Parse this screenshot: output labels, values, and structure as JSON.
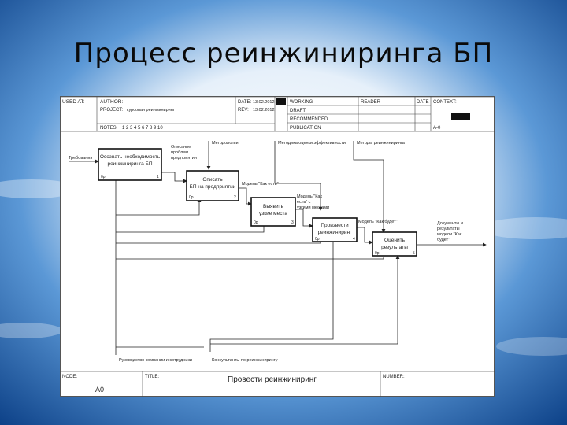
{
  "slide": {
    "title": "Процесс реинжиниринга БП",
    "colors": {
      "background": "#1a5aa6",
      "sheet": "#ffffff",
      "ink": "#222222"
    }
  },
  "frame": {
    "used_at_label": "USED AT:",
    "author_label": "AUTHOR:",
    "project_label": "PROJECT:",
    "project_value": "курсовая реинжиниринг",
    "notes_label": "NOTES:",
    "notes_value": "1 2 3 4 5 6 7 8 9 10",
    "date_label": "DATE:",
    "date_value": "13.02.2012",
    "rev_label": "REV:",
    "rev_value": "13.02.2012",
    "working": "WORKING",
    "draft": "DRAFT",
    "recommended": "RECOMMENDED",
    "publication": "PUBLICATION",
    "reader_label": "READER",
    "date2_label": "DATE",
    "context_label": "CONTEXT:",
    "context_node": "A-0",
    "node_label": "NODE:",
    "node_value": "A0",
    "title_label": "TITLE:",
    "title_value": "Провести реинжиниринг",
    "number_label": "NUMBER:"
  },
  "activities": [
    {
      "name": "Осознать необходимость реинжиниринга БП",
      "cost": "0р",
      "num": "1"
    },
    {
      "name": "Описать БП на предприятии",
      "cost": "0р",
      "num": "2"
    },
    {
      "name": "Выявить узкие места",
      "cost": "0р",
      "num": "3"
    },
    {
      "name": "Произвести реинжиниринг",
      "cost": "0р",
      "num": "4"
    },
    {
      "name": "Оценить результаты",
      "cost": "0р",
      "num": "5"
    }
  ],
  "arrows": {
    "input": "Требования",
    "problems": "Описание проблем предприятия",
    "tools": "Методологии",
    "methods_eval": "Методика оценки эффективности",
    "methods_reeng": "Методы реинжиниринга",
    "as_is": "Модель \"Как есть\"",
    "as_is_bottlenecks": "Модель \"Как есть\" с узкими местами",
    "to_be": "Модель \"Как будет\"",
    "output": "Документы и результаты модели \"Как будет\"",
    "mech_leaders": "Руководство компании и сотрудники",
    "mech_consultants": "Консультанты по реинжинирингу"
  }
}
